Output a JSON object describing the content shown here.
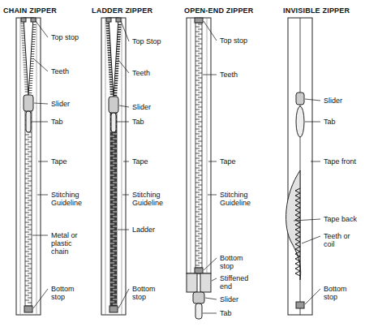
{
  "diagram": {
    "labels": [
      "CHAIN ZIPPER",
      "Top stop",
      "Teeth",
      "Slider",
      "Tab",
      "Tape",
      "Stitching Guideline",
      "Metal or plastic chain",
      "Bottom stop",
      "LADDER ZIPPER",
      "Top Stop",
      "Teeth",
      "Slider",
      "Tab",
      "Tape",
      "Stitching Guideline",
      "Ladder",
      "Bottom stop",
      "OPEN-END ZIPPER",
      "Top stop",
      "Teeth",
      "Tape",
      "Stitching Guideline",
      "Bottom stop",
      "Stiffened end",
      "Slider",
      "Tab",
      "INVISIBLE ZIPPER",
      "Slider",
      "Tab",
      "Tape front",
      "Tape back",
      "Teeth or coil",
      "Bottom stop"
    ]
  }
}
